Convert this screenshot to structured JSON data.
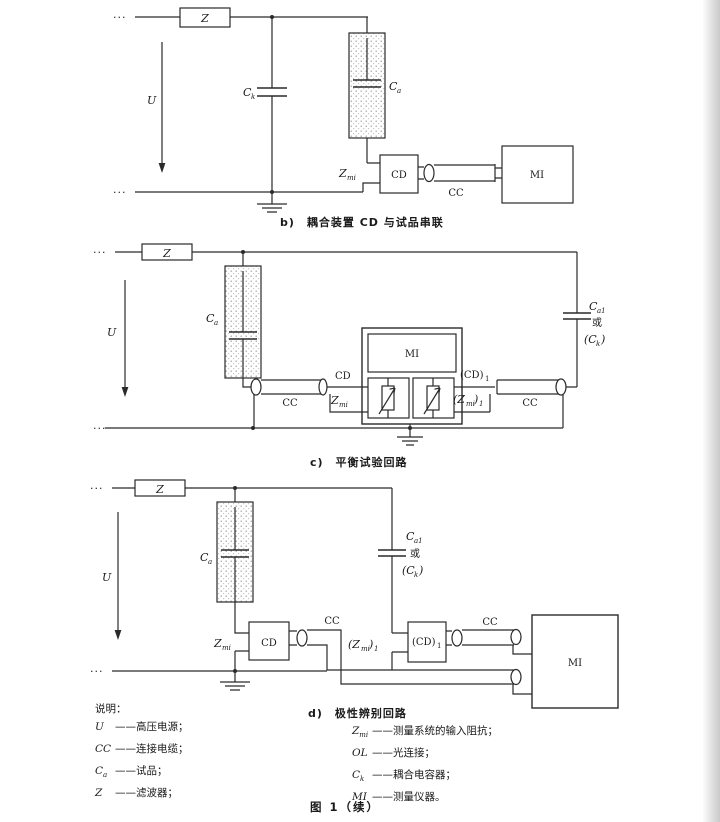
{
  "symbols": {
    "z": "Z",
    "u": "U",
    "cd": "CD",
    "cc": "CC",
    "mi": "MI",
    "ck": {
      "base": "C",
      "sub": "k"
    },
    "ca": {
      "base": "C",
      "sub": "a"
    },
    "zmi": {
      "base": "Z",
      "sub": "mi"
    },
    "cd1": {
      "base": "(CD)",
      "sub": "1"
    },
    "zmi1": {
      "p1": "(Z",
      "s1": "mi",
      "p2": ")",
      "s2": "1"
    },
    "ca1": {
      "base": "C",
      "sub": "a1"
    },
    "or": "或",
    "ck_alt": {
      "p1": "(C",
      "s1": "k",
      "p2": ")"
    },
    "ellipsis": "···"
  },
  "captions": {
    "b": "b)　耦合装置 CD 与试品串联",
    "c": "c)　平衡试验回路",
    "d": "d)　极性辨别回路"
  },
  "legend": {
    "title": "说明：",
    "left": [
      {
        "base": "U",
        "sub": "",
        "desc": "——高压电源；"
      },
      {
        "base": "CC",
        "sub": "",
        "desc": "——连接电缆；"
      },
      {
        "base": "C",
        "sub": "a",
        "desc": "——试品；"
      },
      {
        "base": "Z",
        "sub": "",
        "desc": "——滤波器；"
      }
    ],
    "right": [
      {
        "base": "Z",
        "sub": "mi",
        "desc": "——测量系统的输入阻抗；"
      },
      {
        "base": "OL",
        "sub": "",
        "desc": "——光连接；"
      },
      {
        "base": "C",
        "sub": "k",
        "desc": "——耦合电容器；"
      },
      {
        "base": "MI",
        "sub": "",
        "desc": "——测量仪器。"
      }
    ]
  },
  "figure_caption": "图 1（续）"
}
